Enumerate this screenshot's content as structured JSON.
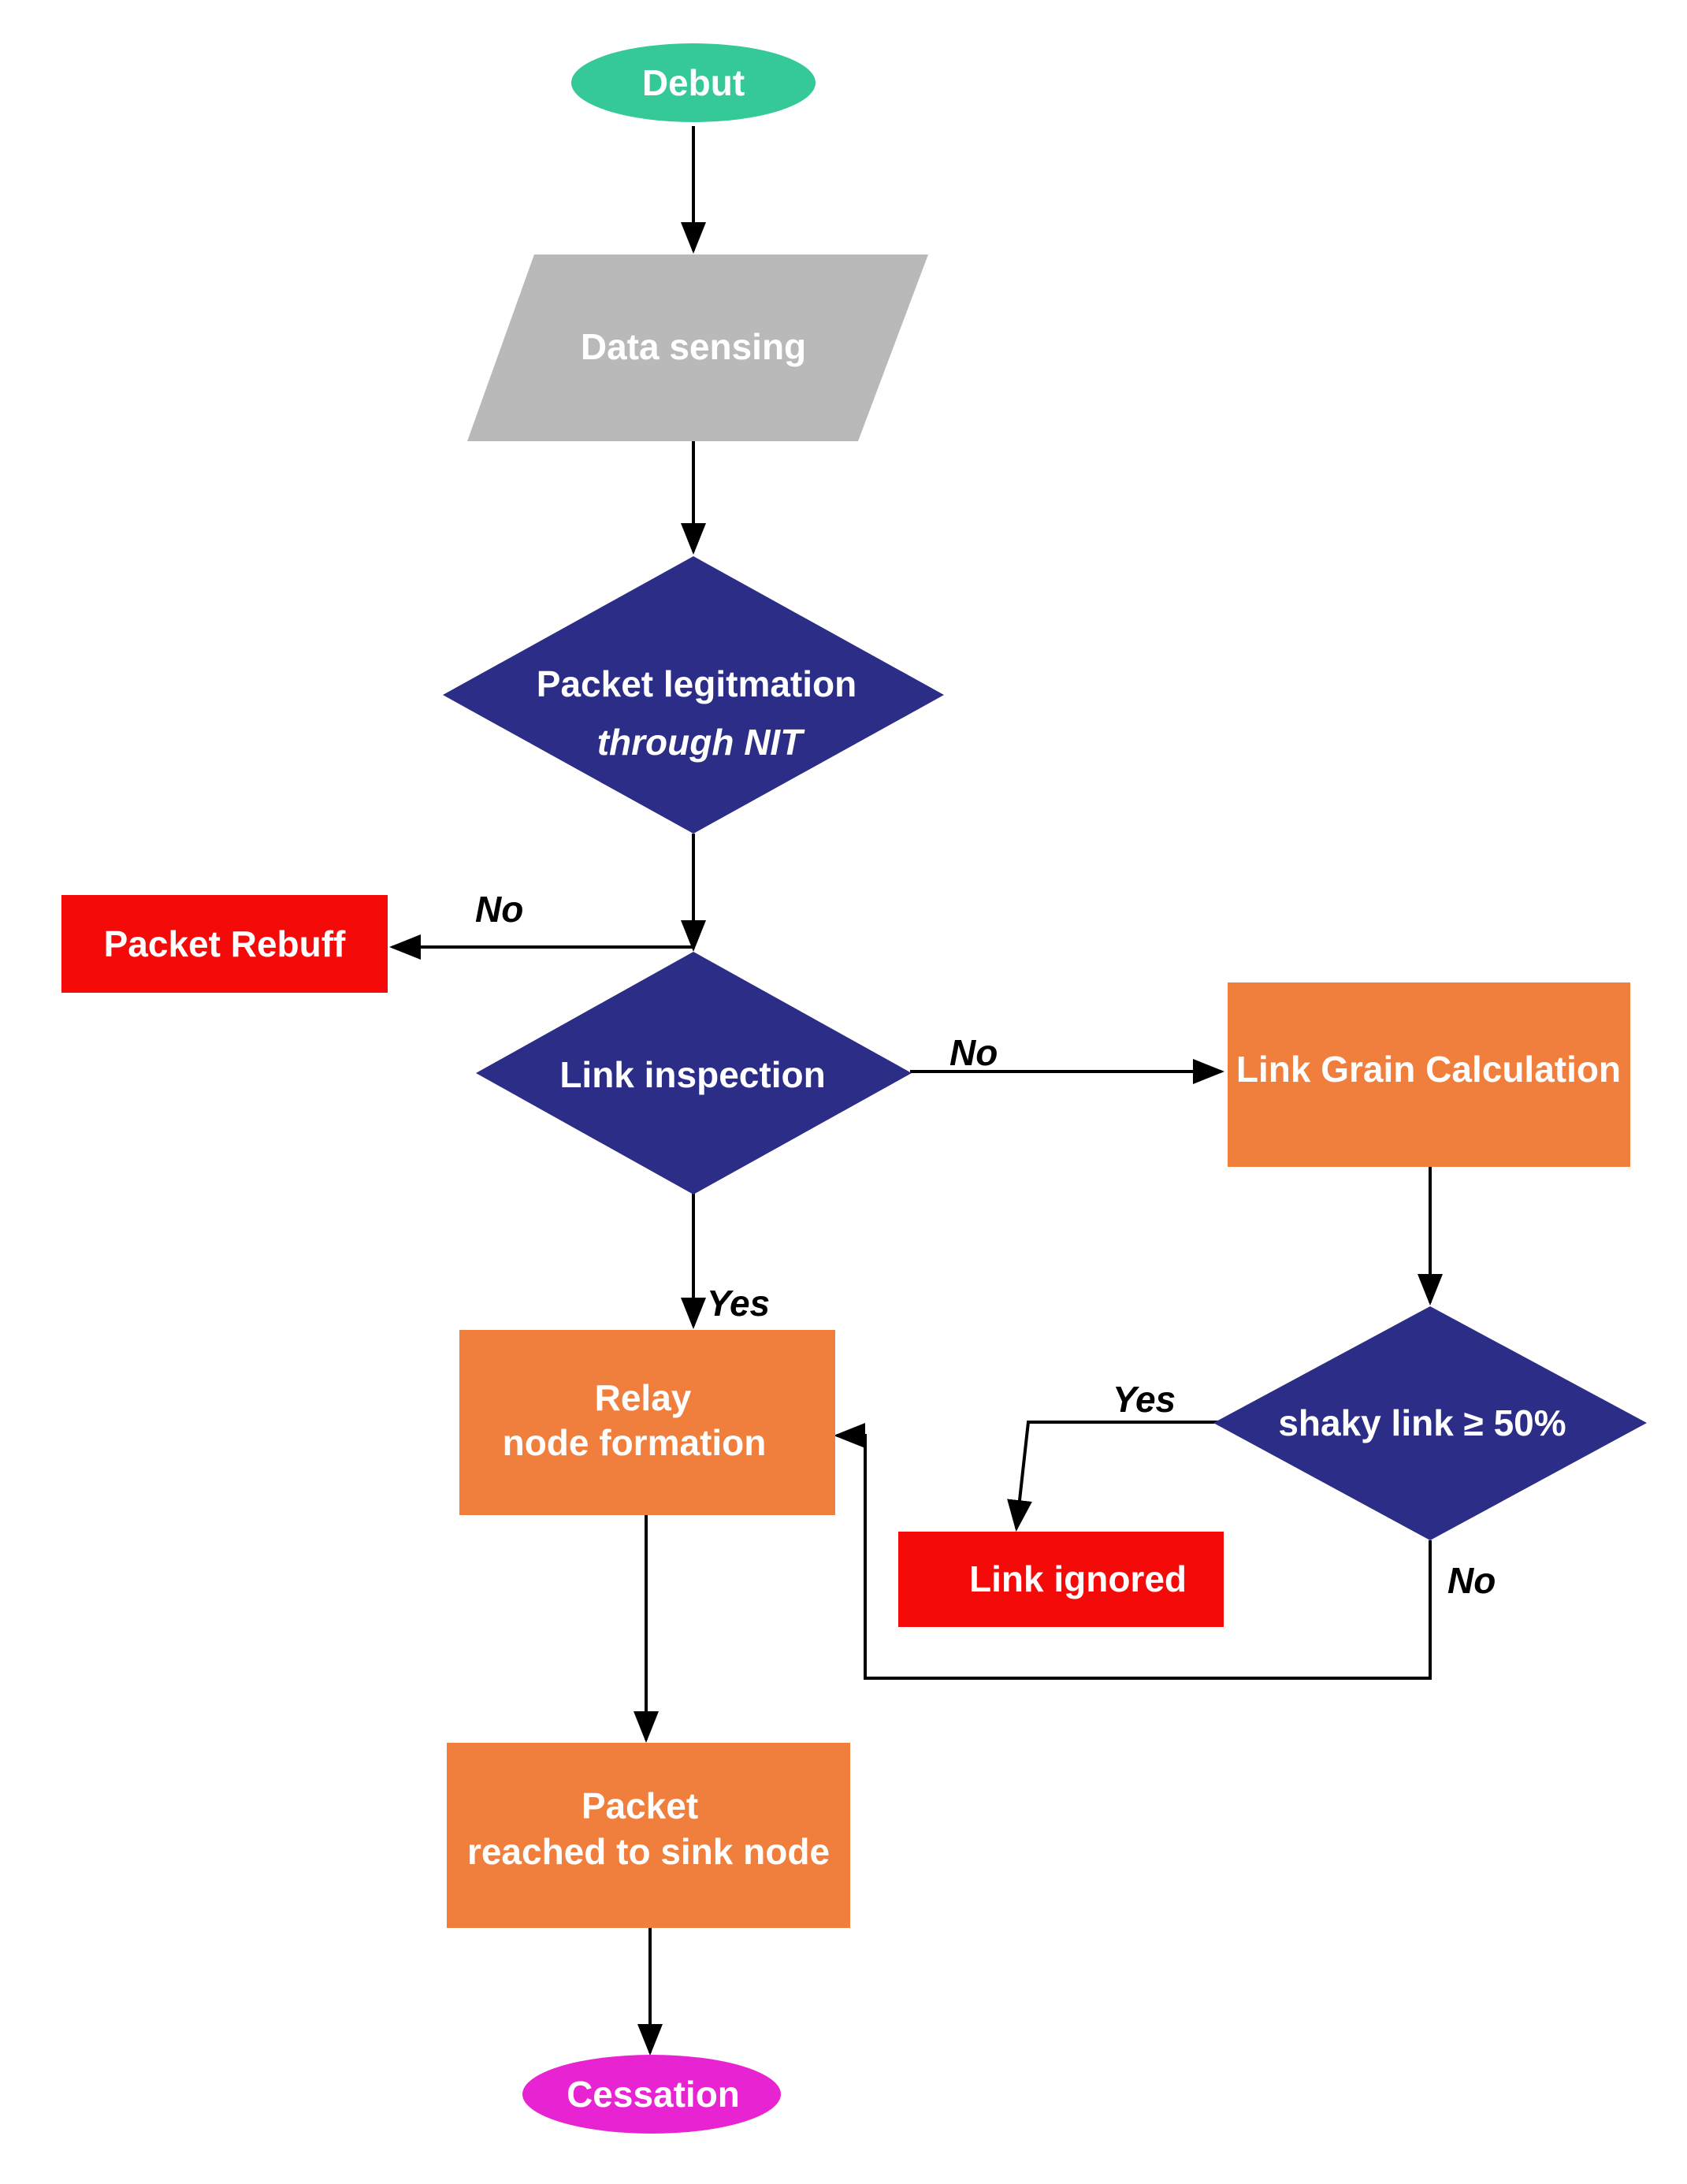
{
  "colors": {
    "terminal_start": "#35C99A",
    "terminal_end": "#E824D2",
    "io": "#B9B9B9",
    "decision": "#2B2D86",
    "process": "#F07E3C",
    "reject": "#F50A0A",
    "edge": "#000000",
    "text": "#ffffff"
  },
  "nodes": {
    "debut": {
      "label": "Debut"
    },
    "data_sensing": {
      "label": "Data sensing"
    },
    "packet_legitimation": {
      "line1": "Packet legitmation",
      "line2": "through NIT"
    },
    "packet_rebuff": {
      "label": "Packet Rebuff"
    },
    "link_inspection": {
      "label": "Link inspection"
    },
    "link_grain_calculation": {
      "label": "Link Grain Calculation"
    },
    "relay_node_formation": {
      "line1": "Relay",
      "line2": "node formation"
    },
    "shaky_link": {
      "label": "shaky link ≥ 50%"
    },
    "link_ignored": {
      "label": "Link ignored"
    },
    "packet_reached": {
      "line1": "Packet",
      "line2": "reached to sink node"
    },
    "cessation": {
      "label": "Cessation"
    }
  },
  "edges": {
    "legitimation_no": "No",
    "inspection_no": "No",
    "inspection_yes": "Yes",
    "shaky_yes": "Yes",
    "shaky_no": "No"
  }
}
